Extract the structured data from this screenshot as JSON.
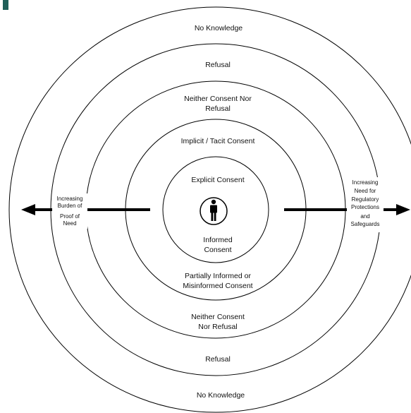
{
  "rings": {
    "r1_top": "No Knowledge",
    "r2_top": "Refusal",
    "r3_top": [
      "Neither Consent Nor",
      "Refusal"
    ],
    "r4_top": "Implicit / Tacit Consent",
    "r5_top": "Explicit Consent",
    "r5_bottom": [
      "Informed",
      "Consent"
    ],
    "r4_bottom": [
      "Partially Informed or",
      "Misinformed Consent"
    ],
    "r3_bottom": [
      "Neither Consent",
      "Nor Refusal"
    ],
    "r2_bottom": "Refusal",
    "r1_bottom": "No Knowledge"
  },
  "left_arrow_label": [
    "Increasing",
    "Burden of",
    "Proof of",
    "Need"
  ],
  "right_arrow_label": [
    "Increasing",
    "Need for",
    "Regulatory",
    "Protections",
    "and",
    "Safeguards"
  ],
  "center_icon": "person-icon",
  "colors": {
    "stroke": "#000000",
    "accent": "#1f5f59"
  }
}
